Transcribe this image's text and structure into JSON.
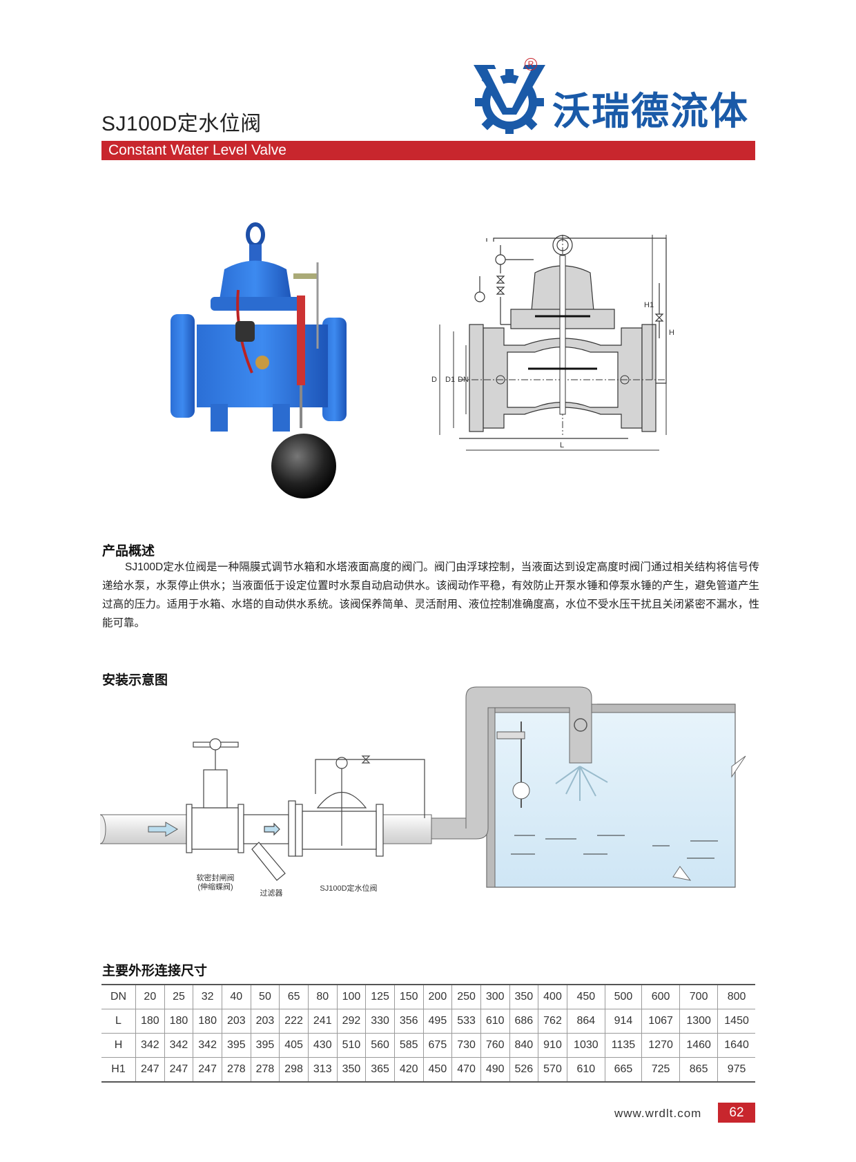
{
  "header": {
    "title": "SJ100D定水位阀",
    "subtitle": "Constant Water Level Valve",
    "brand": "沃瑞德流体",
    "reg_mark": "R"
  },
  "overview": {
    "heading": "产品概述",
    "text": "SJ100D定水位阀是一种隔膜式调节水箱和水塔液面高度的阀门。阀门由浮球控制，当液面达到设定高度时阀门通过相关结构将信号传递给水泵，水泵停止供水；当液面低于设定位置时水泵自动启动供水。该阀动作平稳，有效防止开泵水锤和停泵水锤的产生，避免管道产生过高的压力。适用于水箱、水塔的自动供水系统。该阀保养简单、灵活耐用、液位控制准确度高，水位不受水压干扰且关闭紧密不漏水，性能可靠。"
  },
  "drawing": {
    "labels": {
      "D": "D",
      "D1": "D1",
      "DN": "DN",
      "L": "L",
      "H": "H",
      "H1": "H1"
    }
  },
  "installation": {
    "heading": "安装示意图",
    "gate_valve": "软密封闸阀",
    "gate_valve_alt": "(伸缩蝶阀)",
    "filter": "过滤器",
    "valve": "SJ100D定水位阀"
  },
  "dimensions": {
    "heading": "主要外形连接尺寸",
    "rows": [
      [
        "DN",
        "20",
        "25",
        "32",
        "40",
        "50",
        "65",
        "80",
        "100",
        "125",
        "150",
        "200",
        "250",
        "300",
        "350",
        "400",
        "450",
        "500",
        "600",
        "700",
        "800"
      ],
      [
        "L",
        "180",
        "180",
        "180",
        "203",
        "203",
        "222",
        "241",
        "292",
        "330",
        "356",
        "495",
        "533",
        "610",
        "686",
        "762",
        "864",
        "914",
        "1067",
        "1300",
        "1450"
      ],
      [
        "H",
        "342",
        "342",
        "342",
        "395",
        "395",
        "405",
        "430",
        "510",
        "560",
        "585",
        "675",
        "730",
        "760",
        "840",
        "910",
        "1030",
        "1135",
        "1270",
        "1460",
        "1640"
      ],
      [
        "H1",
        "247",
        "247",
        "247",
        "278",
        "278",
        "298",
        "313",
        "350",
        "365",
        "420",
        "450",
        "470",
        "490",
        "526",
        "570",
        "610",
        "665",
        "725",
        "865",
        "975"
      ]
    ]
  },
  "footer": {
    "url": "www.wrdlt.com",
    "page": "62"
  }
}
